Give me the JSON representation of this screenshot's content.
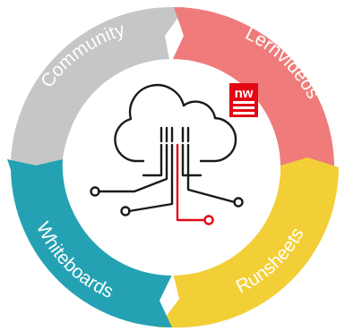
{
  "segments": [
    {
      "id": "community",
      "label": "Community",
      "color": "#C6C6C6"
    },
    {
      "id": "lernvideos",
      "label": "Lernvideos",
      "color": "#F07B7B"
    },
    {
      "id": "runsheets",
      "label": "Runsheets",
      "color": "#F3CF37"
    },
    {
      "id": "whiteboards",
      "label": "Whiteboards",
      "color": "#24A2B3"
    }
  ],
  "logo": {
    "text": "nw",
    "color": "#E30613"
  },
  "icon": {
    "name": "cloud-network-icon",
    "line_color": "#1A1A1A",
    "accent_color": "#E30613"
  }
}
